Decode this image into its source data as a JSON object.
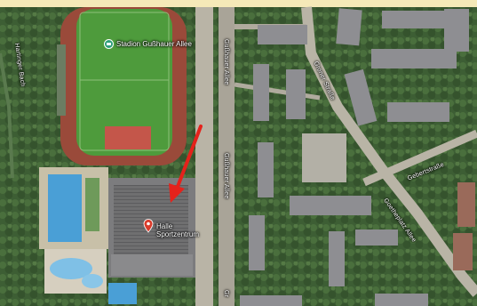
{
  "map": {
    "type": "satellite",
    "pois": {
      "stadium": {
        "label": "Stadion Gußhauer Allee",
        "icon": "stadium-marker-icon",
        "color": "#2e9e7a"
      },
      "hall": {
        "label": "Halle Sportzentrum",
        "icon": "map-pin-icon",
        "color": "#d93b2b"
      }
    },
    "streets": {
      "west_creek": "Hartinger Bach",
      "avenue_upper": "Gußhauer Allee",
      "avenue_lower": "Gußhauer Allee",
      "avenue_bottom": "Gr",
      "diagonal_street": "Groner Straße",
      "east_street": "Gebertstraße",
      "lower_right_street": "Goetheplatz Allee"
    },
    "annotation": {
      "type": "red-arrow",
      "color": "#e5221b"
    },
    "colors": {
      "frame": "#f5e9b8",
      "track": "#9a4a3a",
      "pool": "#4a9fd6",
      "field": "#4e9b3c"
    }
  }
}
